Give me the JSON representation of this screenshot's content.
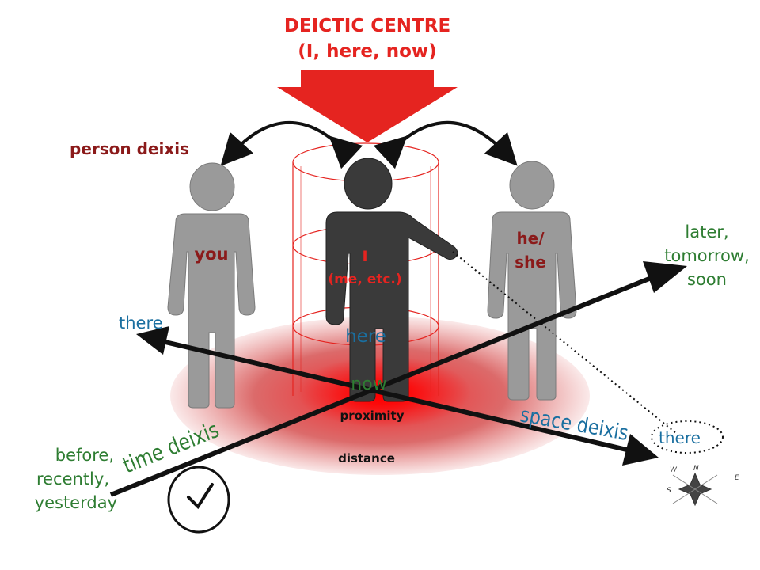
{
  "header": {
    "title": "DEICTIC CENTRE",
    "subtitle": "(I, here, now)"
  },
  "person_deixis_label": "person deixis",
  "figures": {
    "you": "you",
    "speaker": "I",
    "speaker_note": "(me, etc.)",
    "third_line1": "he/",
    "third_line2": "she"
  },
  "center_labels": {
    "here": "here",
    "now": "now",
    "proximity": "proximity",
    "distance": "distance"
  },
  "space_axis": {
    "label": "space deixis",
    "far_left": "there",
    "far_right": "there"
  },
  "time_axis": {
    "label": "time deixis",
    "past": [
      "before,",
      "recently,",
      "yesterday"
    ],
    "future": [
      "later,",
      "tomorrow,",
      "soon"
    ]
  },
  "compass": [
    "N",
    "E",
    "S",
    "W"
  ],
  "colors": {
    "red": "#e52420",
    "dark_red": "#8b1a1a",
    "green": "#2e7d32",
    "blue": "#1a6fa0",
    "figure_gray": "#9a9a9a",
    "figure_dark": "#3a3a3a"
  }
}
